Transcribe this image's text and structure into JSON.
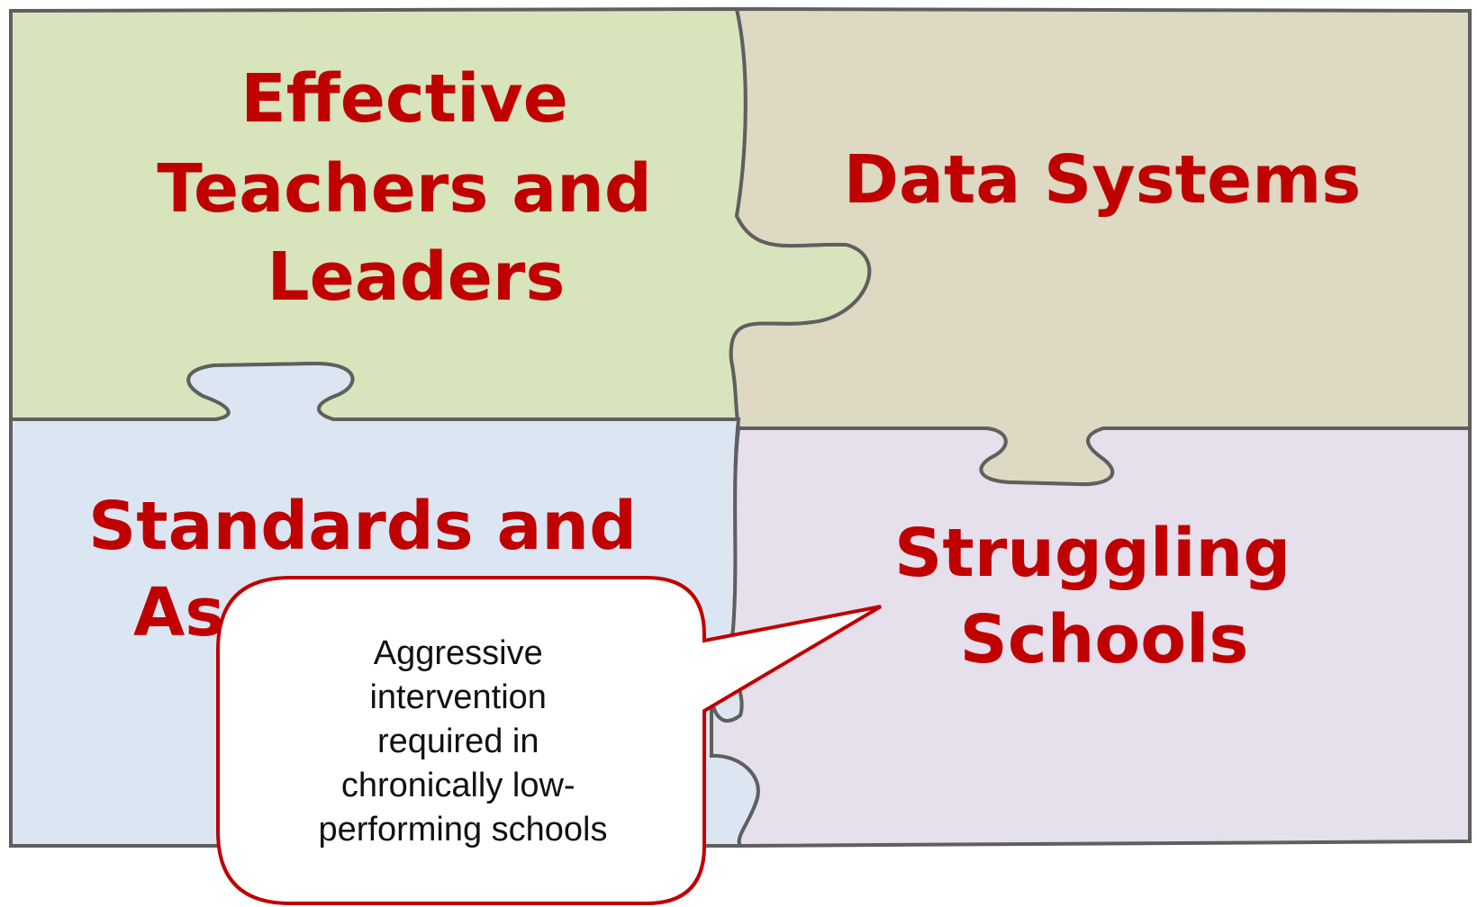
{
  "pieces": {
    "teachers": {
      "label_lines": [
        "Effective",
        "Teachers and",
        "Leaders"
      ],
      "color": "#d8e4bc"
    },
    "data": {
      "label_lines": [
        "Data Systems"
      ],
      "color": "#ddd9c3"
    },
    "standards": {
      "label_lines": [
        "Standards and",
        "As"
      ],
      "color": "#dce6f2"
    },
    "struggling": {
      "label_lines": [
        "Struggling",
        "Schools"
      ],
      "color": "#e5e0ec"
    }
  },
  "callout": {
    "lines": [
      "Aggressive",
      "intervention",
      "required in",
      "chronically low-",
      "performing schools"
    ],
    "border_color": "#c00000"
  },
  "colors": {
    "label": "#c00000",
    "outline": "#5f5f5f"
  }
}
